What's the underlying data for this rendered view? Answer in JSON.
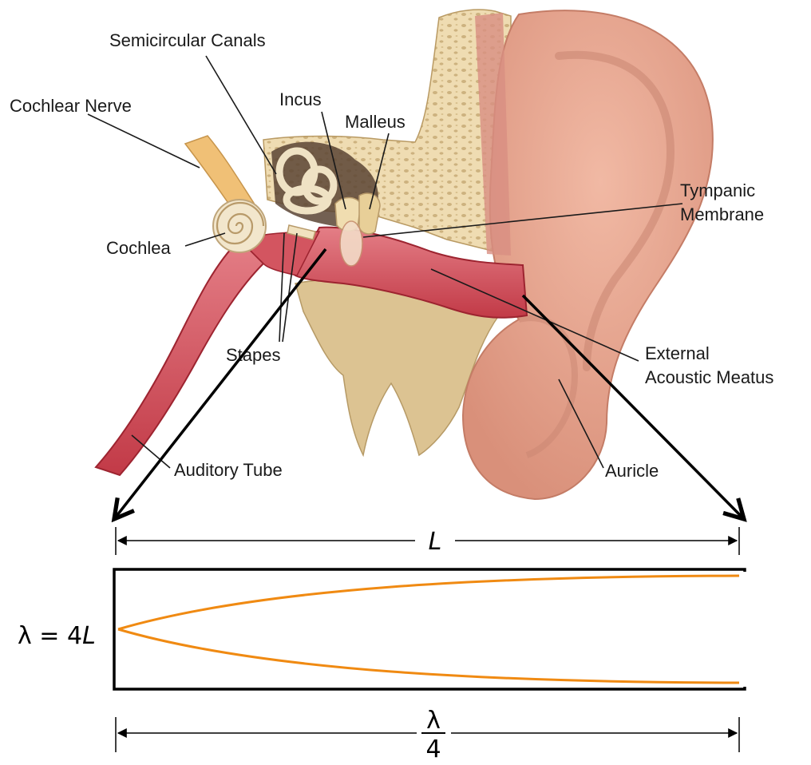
{
  "labels": {
    "semicircular_canals": "Semicircular Canals",
    "cochlear_nerve": "Cochlear Nerve",
    "incus": "Incus",
    "malleus": "Malleus",
    "tympanic_membrane_line1": "Tympanic",
    "tympanic_membrane_line2": "Membrane",
    "cochlea": "Cochlea",
    "stapes": "Stapes",
    "external_meatus_line1": "External",
    "external_meatus_line2": "Acoustic Meatus",
    "auditory_tube": "Auditory Tube",
    "auricle": "Auricle"
  },
  "model": {
    "length_symbol": "L",
    "wavelength_eq_prefix": "λ = 4",
    "wavelength_eq_var": "L",
    "quarter_numerator": "λ",
    "quarter_denominator": "4"
  },
  "colors": {
    "canal": "#c8404c",
    "canal_light": "#e0707a",
    "bone": "#ecd8ac",
    "bone_dark": "#c9ad78",
    "skin": "#e7a48e",
    "skin_dark": "#c67e6a",
    "standing_wave": "#f08a12",
    "outline": "#000000"
  }
}
